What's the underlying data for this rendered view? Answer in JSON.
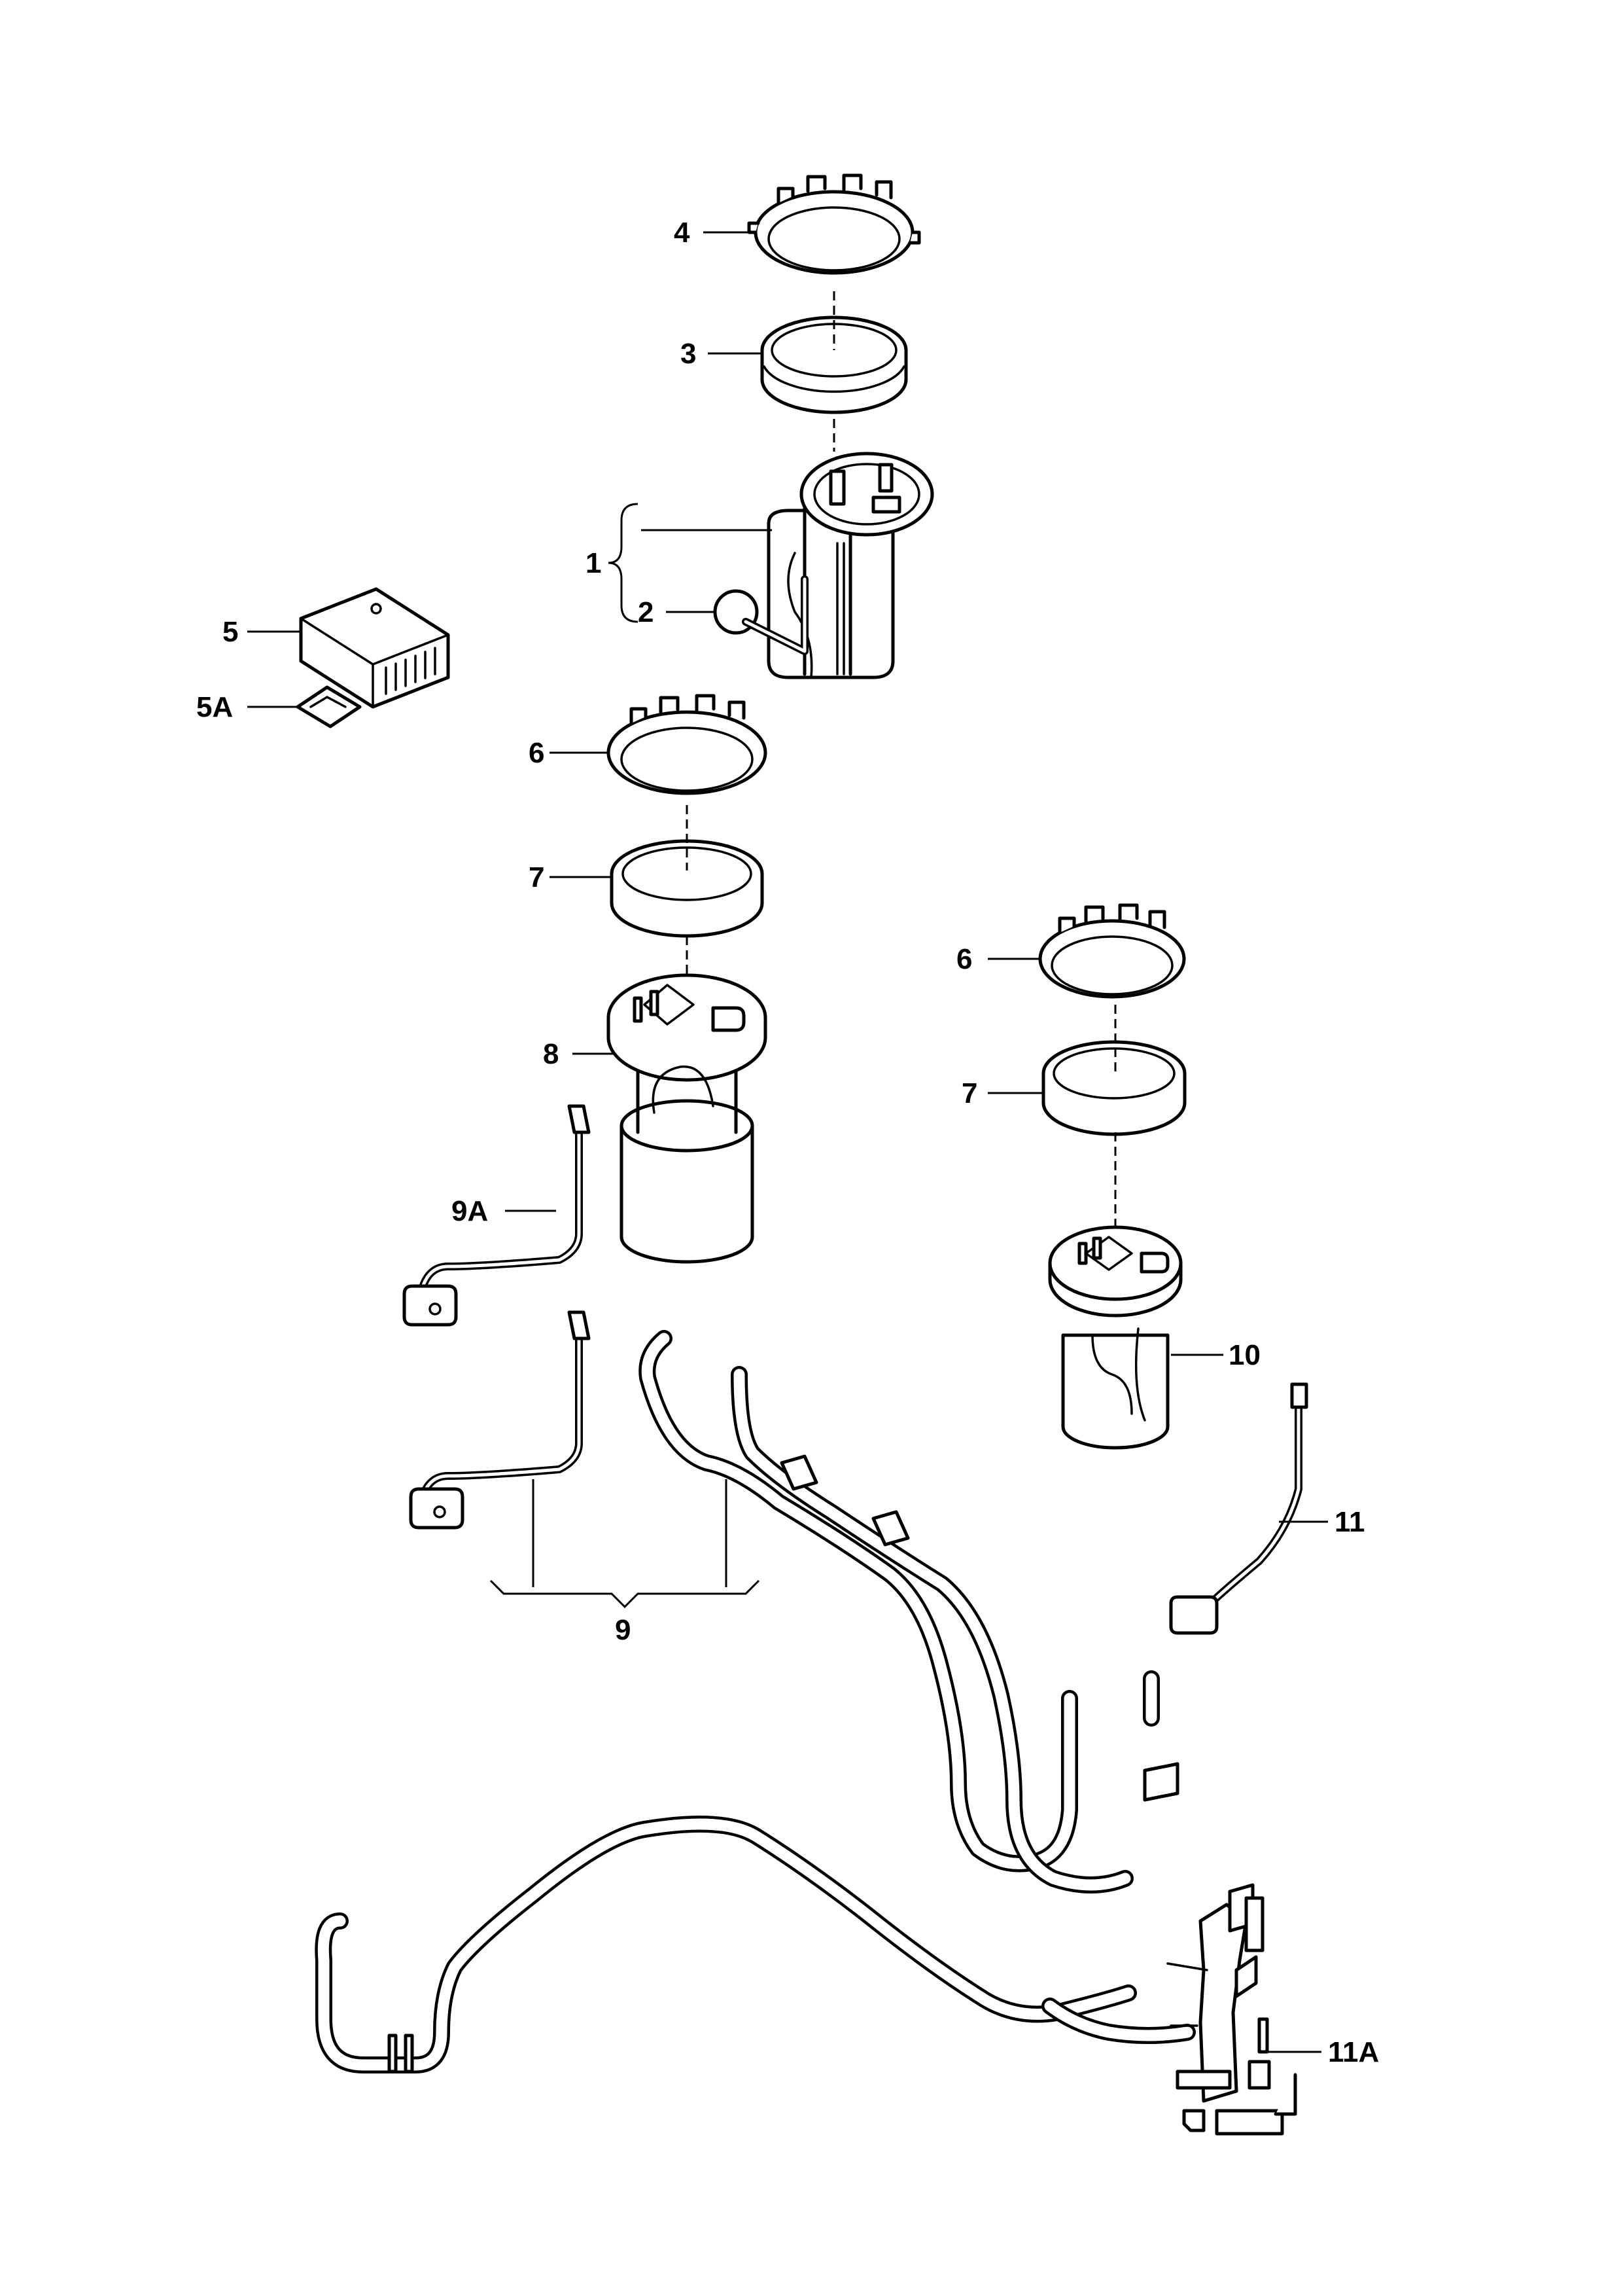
{
  "callouts": {
    "c1": "1",
    "c2": "2",
    "c3": "3",
    "c4": "4",
    "c5": "5",
    "c5a": "5A",
    "c6a": "6",
    "c6b": "6",
    "c7a": "7",
    "c7b": "7",
    "c8": "8",
    "c9": "9",
    "c9a": "9A",
    "c10": "10",
    "c11": "11",
    "c11a": "11A"
  },
  "colors": {
    "line": "#000000",
    "background": "#ffffff"
  }
}
